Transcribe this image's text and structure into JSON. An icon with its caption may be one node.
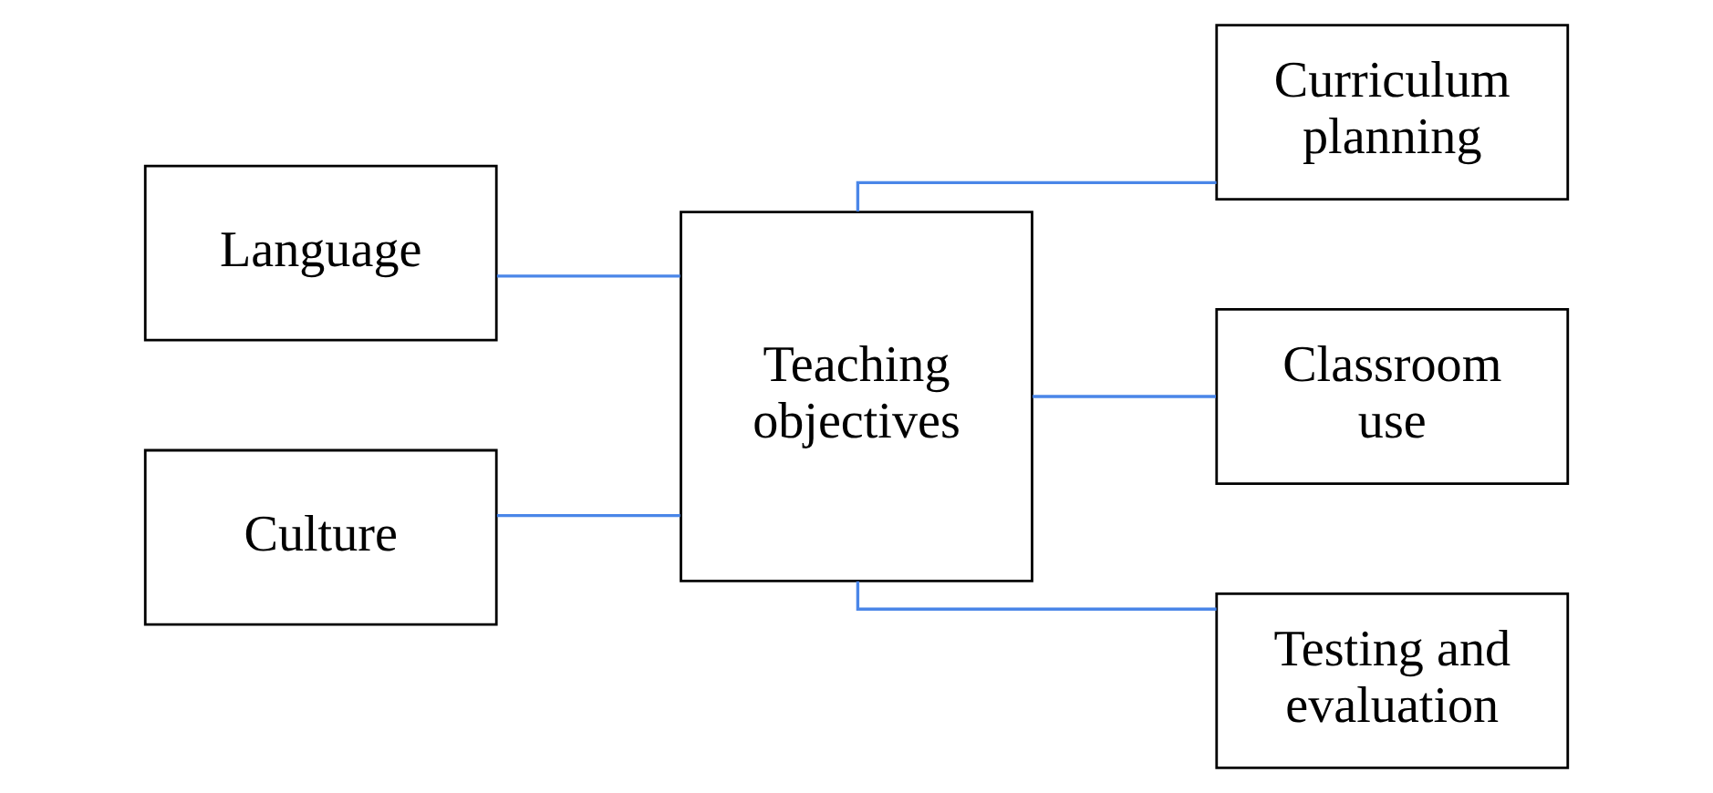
{
  "diagram": {
    "nodes": [
      {
        "text": [
          "Language"
        ]
      },
      {
        "text": [
          "Culture"
        ]
      },
      {
        "text": [
          "Teaching objectives"
        ]
      },
      {
        "text": [
          "Curriculum planning"
        ]
      },
      {
        "text": [
          "Classroom use"
        ]
      },
      {
        "text": [
          "Testing and evaluation"
        ]
      }
    ],
    "edges": [
      {
        "from": 0,
        "to": 2,
        "arrow": "none"
      },
      {
        "from": 1,
        "to": 2,
        "arrow": "none"
      },
      {
        "from": 2,
        "to": 3,
        "arrow": "none"
      },
      {
        "from": 2,
        "to": 4,
        "arrow": "none"
      },
      {
        "from": 2,
        "to": 5,
        "arrow": "none"
      }
    ]
  }
}
